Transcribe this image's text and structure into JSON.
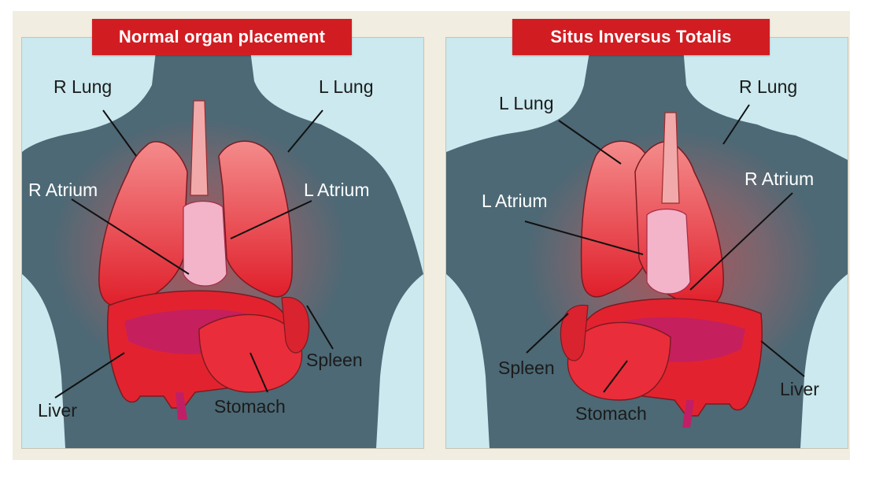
{
  "panels": [
    {
      "title": "Normal organ placement",
      "labels": {
        "r_lung": "R Lung",
        "l_lung": "L Lung",
        "r_atrium": "R Atrium",
        "l_atrium": "L Atrium",
        "spleen": "Spleen",
        "liver": "Liver",
        "stomach": "Stomach"
      }
    },
    {
      "title": "Situs  Inversus Totalis",
      "labels": {
        "l_lung": "L Lung",
        "r_lung": "R Lung",
        "l_atrium": "L Atrium",
        "r_atrium": "R Atrium",
        "spleen": "Spleen",
        "liver": "Liver",
        "stomach": "Stomach"
      }
    }
  ],
  "colors": {
    "title_background": "#d11d22",
    "background_light": "#cbe9ee",
    "body_silhouette": "#4c6975",
    "organ_red": "#e2232f",
    "organ_magenta": "#c01f66"
  }
}
